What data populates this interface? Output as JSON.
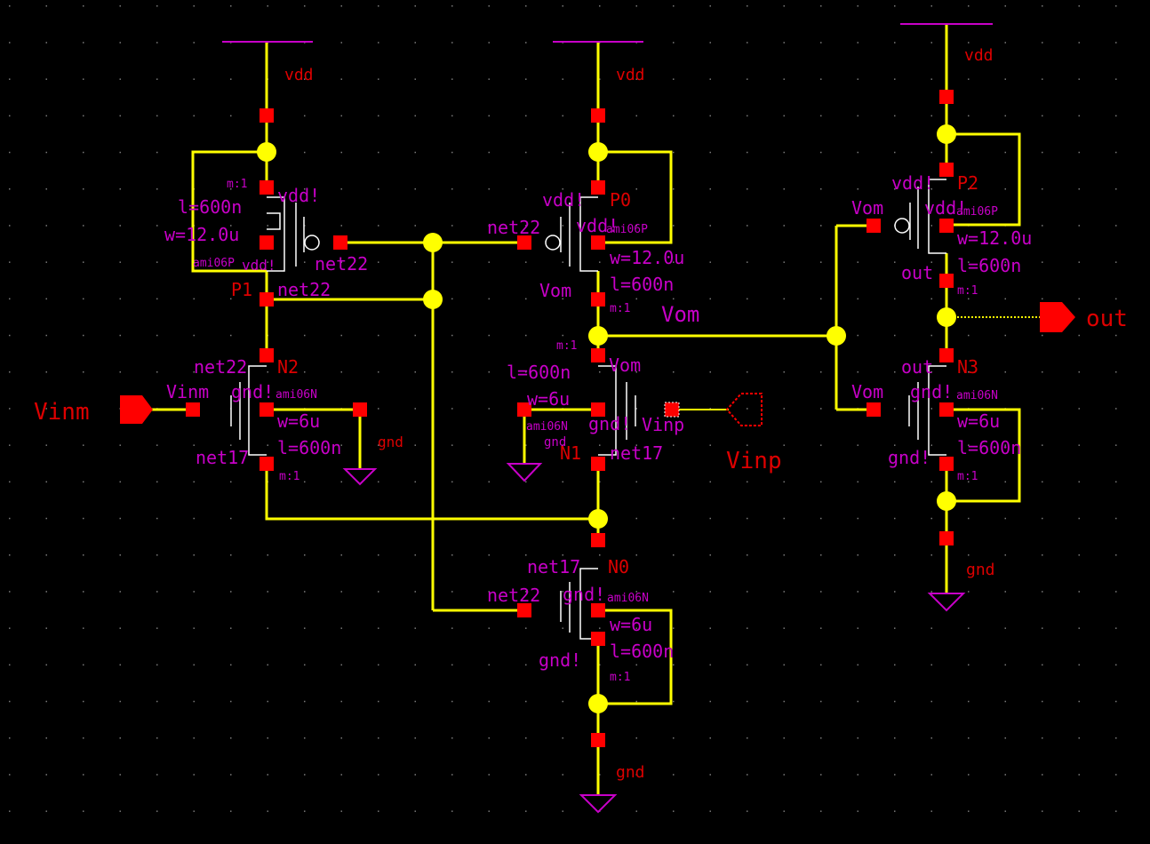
{
  "colors": {
    "background": "#000000",
    "wire": "#ffff00",
    "device": "#ffffff",
    "pin": "#ff0000",
    "label": "#c800c8",
    "net": "#dd0000",
    "grid": "#7a7a7a"
  },
  "supplies": {
    "vdd": "vdd",
    "gnd": "gnd"
  },
  "pins": {
    "vinm": "Vinm",
    "vinp": "Vinp",
    "out": "out"
  },
  "nets": {
    "vom": "Vom"
  },
  "devices": {
    "P1": {
      "name": "P1",
      "model": "ami06P",
      "w": "w=12.0u",
      "l": "l=600n",
      "m": "m:1",
      "bulk": "vdd!",
      "src": "vdd!",
      "gate": "net22",
      "drain": "net22"
    },
    "P0": {
      "name": "P0",
      "model": "ami06P",
      "w": "w=12.0u",
      "l": "l=600n",
      "m": "m:1",
      "bulk": "vdd!",
      "src": "vdd!",
      "gate": "net22",
      "drain": "Vom"
    },
    "P2": {
      "name": "P2",
      "model": "ami06P",
      "w": "w=12.0u",
      "l": "l=600n",
      "m": "m:1",
      "bulk": "vdd!",
      "src": "vdd!",
      "gate": "Vom",
      "drain": "out"
    },
    "N2": {
      "name": "N2",
      "model": "ami06N",
      "w": "w=6u",
      "l": "l=600n",
      "m": "m:1",
      "bulk": "gnd!",
      "gate": "Vinm",
      "drain": "net22",
      "src": "net17"
    },
    "N1": {
      "name": "N1",
      "model": "ami06N",
      "w": "w=6u",
      "l": "l=600n",
      "m": "m:1",
      "bulk": "gnd!",
      "gate": "Vinp",
      "drain": "Vom",
      "src": "net17",
      "bulk2": "gnd"
    },
    "N3": {
      "name": "N3",
      "model": "ami06N",
      "w": "w=6u",
      "l": "l=600n",
      "m": "m:1",
      "bulk": "gnd!",
      "gate": "Vom",
      "drain": "out",
      "src": "gnd!"
    },
    "N0": {
      "name": "N0",
      "model": "ami06N",
      "w": "w=6u",
      "l": "l=600n",
      "m": "m:1",
      "bulk": "gnd!",
      "gate": "net22",
      "drain": "net17",
      "src": "gnd!"
    }
  }
}
